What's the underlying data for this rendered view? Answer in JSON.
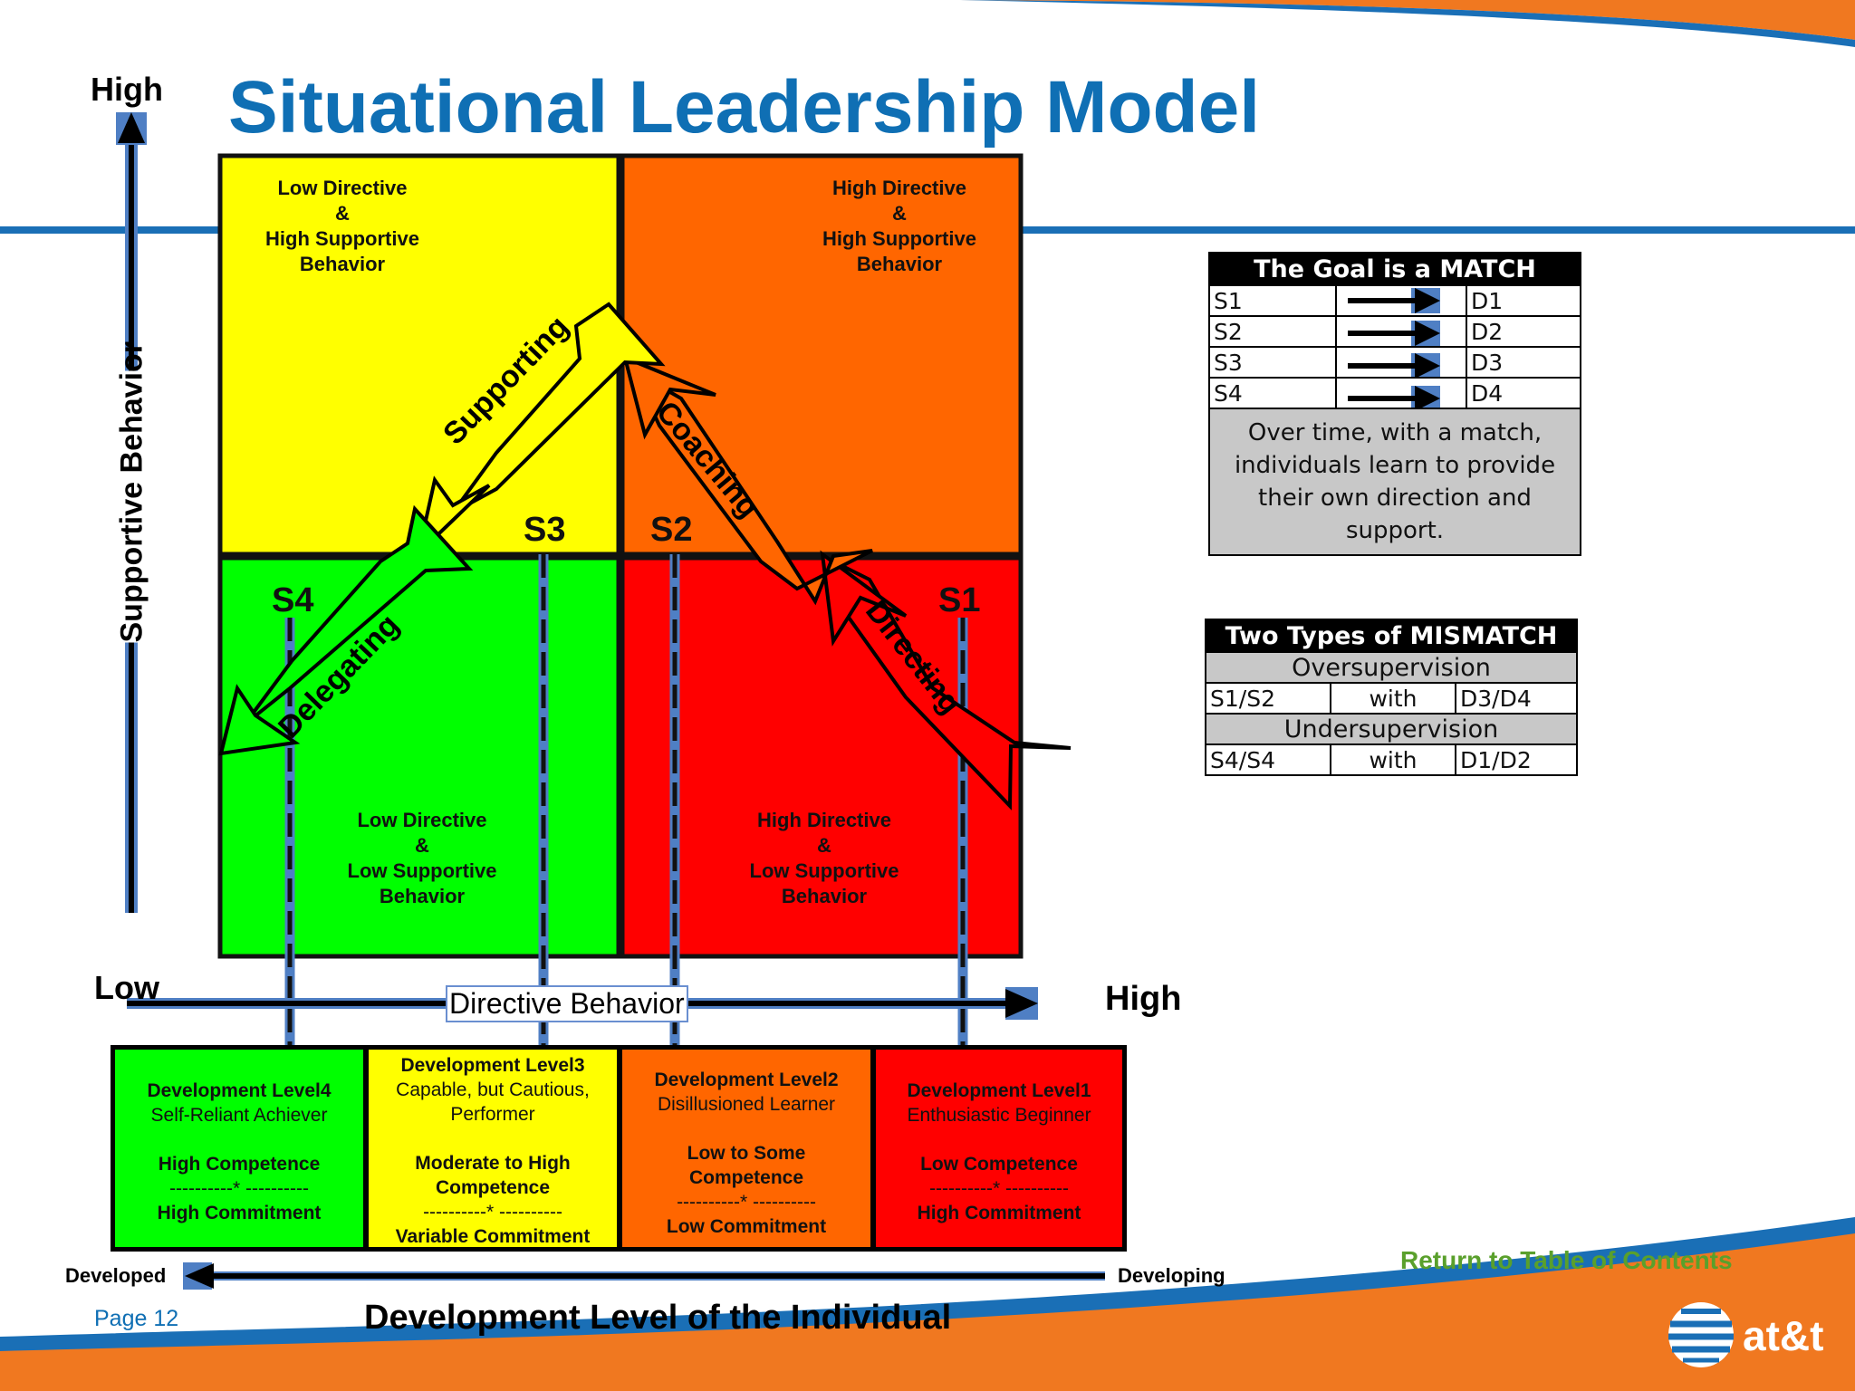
{
  "title": "Situational Leadership Model",
  "axes": {
    "y_high": "High",
    "y_label": "Supportive Behavior",
    "x_low": "Low",
    "x_label": "Directive Behavior",
    "x_high": "High",
    "dev_left": "Developed",
    "dev_right": "Developing",
    "dev_title": "Development Level of the Individual"
  },
  "quadrants": {
    "top_left": [
      "Low Directive",
      "&",
      "High Supportive",
      "Behavior"
    ],
    "top_right": [
      "High Directive",
      "&",
      "High Supportive",
      "Behavior"
    ],
    "bottom_left": [
      "Low Directive",
      "&",
      "Low Supportive",
      "Behavior"
    ],
    "bottom_right": [
      "High Directive",
      "&",
      "Low Supportive",
      "Behavior"
    ]
  },
  "styles": [
    "S1",
    "S2",
    "S3",
    "S4"
  ],
  "arrows": [
    "Supporting",
    "Coaching",
    "Delegating",
    "Directing"
  ],
  "dev_levels": [
    {
      "title": "Development Level4",
      "subtitle": "Self-Reliant Achiever",
      "competence": "High Competence",
      "sep": "----------* ----------",
      "commitment": "High Commitment"
    },
    {
      "title": "Development Level3",
      "subtitle_1": "Capable, but Cautious,",
      "subtitle_2": "Performer",
      "competence_1": "Moderate to High",
      "competence_2": "Competence",
      "sep": "----------* ----------",
      "commitment": "Variable Commitment"
    },
    {
      "title": "Development Level2",
      "subtitle": "Disillusioned Learner",
      "competence_1": "Low to Some",
      "competence_2": "Competence",
      "sep": "----------* ----------",
      "commitment": "Low Commitment"
    },
    {
      "title": "Development Level1",
      "subtitle": "Enthusiastic Beginner",
      "competence": "Low Competence",
      "sep": "----------* ----------",
      "commitment": "High Commitment"
    }
  ],
  "match_table": {
    "header": "The Goal is a MATCH",
    "rows": [
      [
        "S1",
        "D1"
      ],
      [
        "S2",
        "D2"
      ],
      [
        "S3",
        "D3"
      ],
      [
        "S4",
        "D4"
      ]
    ],
    "note_lines": [
      "Over time, with a match,",
      "individuals learn to provide",
      "their own direction and",
      "support."
    ]
  },
  "mismatch_table": {
    "header": "Two Types of MISMATCH",
    "over_label": "Oversupervision",
    "over_row": [
      "S1/S2",
      "with",
      "D3/D4"
    ],
    "under_label": "Undersupervision",
    "under_row": [
      "S4/S4",
      "with",
      "D1/D2"
    ]
  },
  "return_link": "Return to Table of Contents",
  "page": "Page 12",
  "logo": "at&t",
  "colors": {
    "yellow": "#ffff00",
    "orange": "#ff6600",
    "green": "#00ff00",
    "red": "#ff0000",
    "blue": "#0f6fb4",
    "axis_blue": "#4f7fc4",
    "brand_orange": "#f07820"
  }
}
